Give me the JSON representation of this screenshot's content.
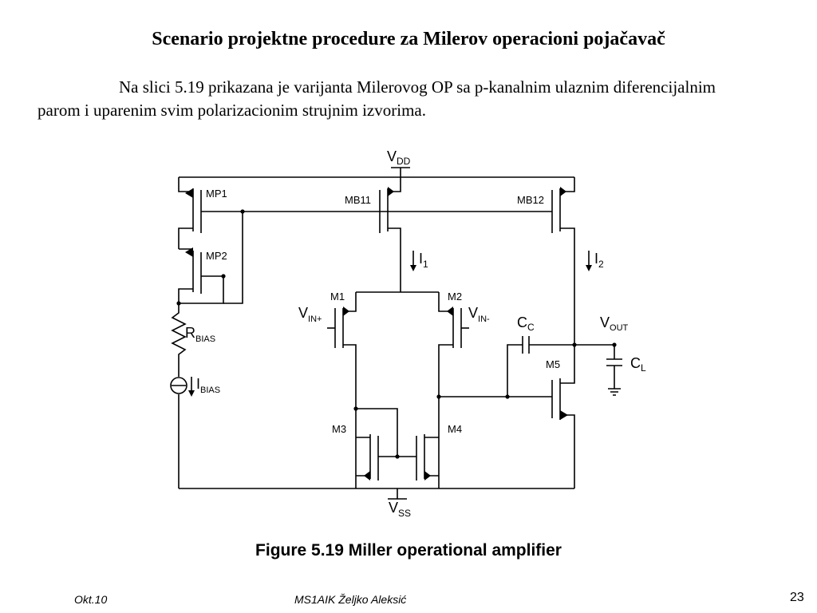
{
  "slide": {
    "title": "Scenario projektne procedure za Milerov operacioni pojačavač",
    "paragraph": "Na slici 5.19 prikazana je varijanta Milerovog OP sa p-kanalnim ulaznim diferencijalnim parom i uparenim svim polarizacionim strujnim izvorima."
  },
  "figure": {
    "caption": "Figure 5.19  Miller operational amplifier",
    "labels": {
      "vdd_main": "V",
      "vdd_sub": "DD",
      "vss_main": "V",
      "vss_sub": "SS",
      "mp1": "MP1",
      "mp2": "MP2",
      "mb11": "MB11",
      "mb12": "MB12",
      "m1": "M1",
      "m2": "M2",
      "m3": "M3",
      "m4": "M4",
      "m5": "M5",
      "i1_main": "I",
      "i1_sub": "1",
      "i2_main": "I",
      "i2_sub": "2",
      "rbias_main": "R",
      "rbias_sub": "BIAS",
      "ibias_main": "I",
      "ibias_sub": "BIAS",
      "vinp_main": "V",
      "vinp_sub": "IN+",
      "vinm_main": "V",
      "vinm_sub": "IN-",
      "cc_main": "C",
      "cc_sub": "C",
      "cl_main": "C",
      "cl_sub": "L",
      "vout_main": "V",
      "vout_sub": "OUT"
    }
  },
  "footer": {
    "date": "Okt.10",
    "course": "MS1AIK   Željko Aleksić",
    "page": "23"
  }
}
